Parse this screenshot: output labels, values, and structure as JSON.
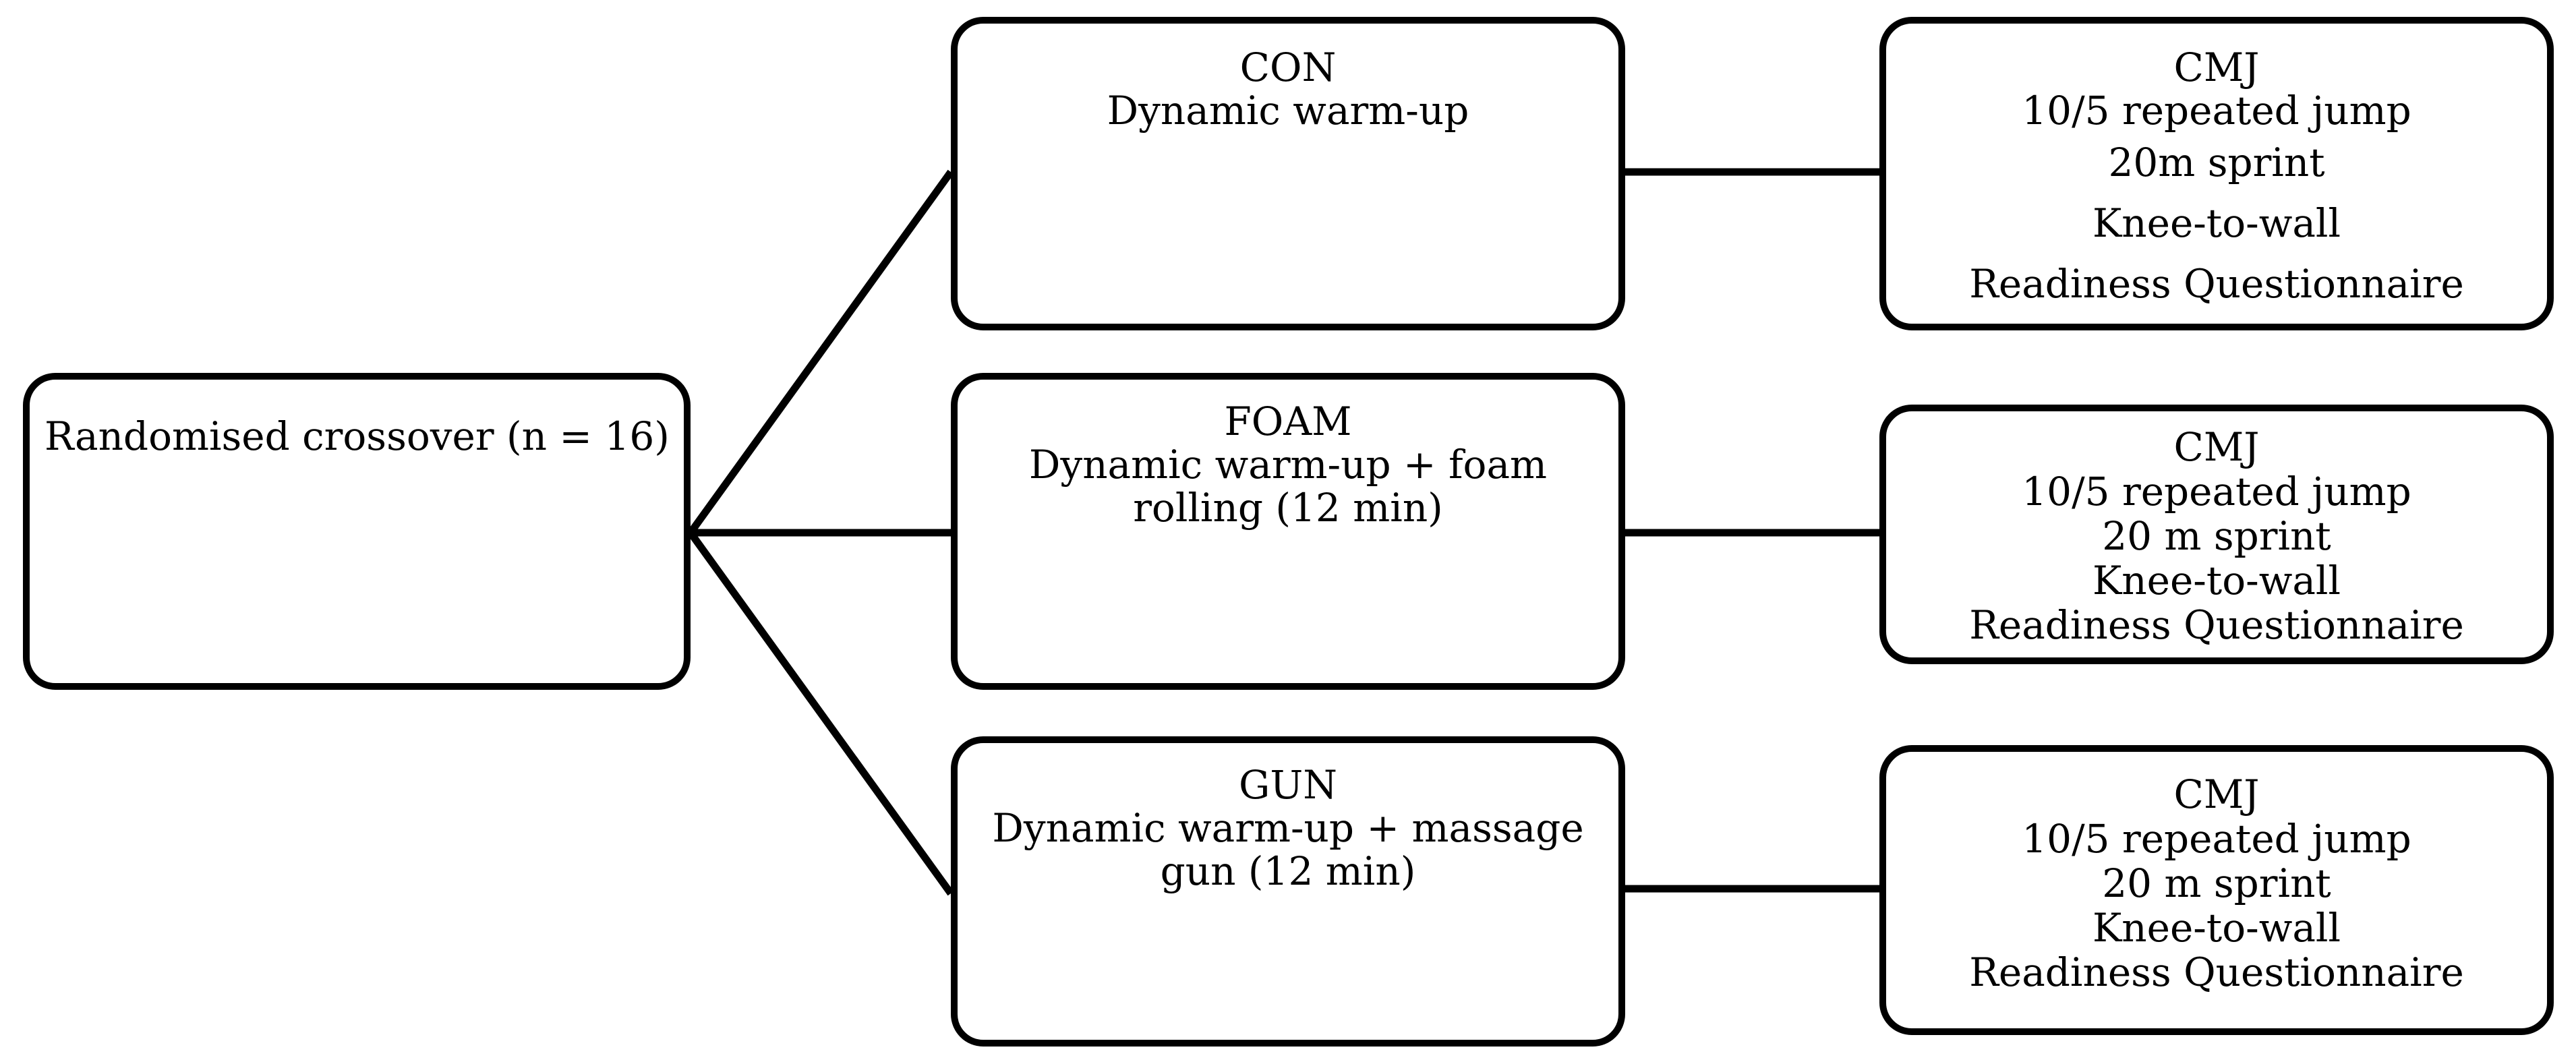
{
  "diagram": {
    "start": {
      "text": "Randomised crossover (n = 16)"
    },
    "conditions": [
      {
        "label": "CON",
        "lines": [
          "Dynamic warm-up"
        ]
      },
      {
        "label": "FOAM",
        "lines": [
          "Dynamic warm-up + foam",
          "rolling (12 min)"
        ]
      },
      {
        "label": "GUN",
        "lines": [
          "Dynamic warm-up + massage",
          "gun (12 min)"
        ]
      }
    ],
    "outcomes": [
      {
        "lines": [
          "CMJ",
          "10/5 repeated jump",
          "20m sprint",
          "Knee-to-wall",
          "Readiness Questionnaire"
        ]
      },
      {
        "lines": [
          "CMJ",
          "10/5 repeated jump",
          "20 m sprint",
          "Knee-to-wall",
          "Readiness Questionnaire"
        ]
      },
      {
        "lines": [
          "CMJ",
          "10/5 repeated jump",
          "20 m sprint",
          "Knee-to-wall",
          "Readiness Questionnaire"
        ]
      }
    ]
  },
  "colors": {
    "stroke": "#000000",
    "background": "#ffffff",
    "text": "#000000"
  }
}
